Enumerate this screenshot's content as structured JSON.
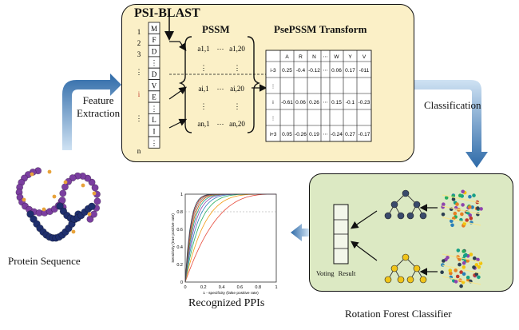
{
  "labels": {
    "psi_blast": "PSI-BLAST",
    "pssm": "PSSM",
    "psepssm_prefix": "PsePSSM",
    "psepssm_bold": "Transform",
    "feature_line1": "Feature",
    "feature_line2": "Extraction",
    "classification": "Classification",
    "protein_sequence": "Protein Sequence",
    "recognized_ppis": "Recognized PPIs",
    "rotation_forest": "Rotation Forest Classifier",
    "voting_result": "Voting Result"
  },
  "sequence": {
    "positions": [
      "1",
      "2",
      "3",
      "⋮",
      "i",
      "⋮",
      "n"
    ],
    "residues": [
      "M",
      "F",
      "D",
      "⋮",
      "D",
      "V",
      "E",
      "⋮",
      "L",
      "I",
      "⋮"
    ]
  },
  "pssm_matrix": {
    "rows": [
      [
        "a1,1",
        "⋯",
        "a1,20"
      ],
      [
        "⋮",
        "",
        "⋮"
      ],
      [
        "ai,1",
        "⋯",
        "ai,20"
      ],
      [
        "⋮",
        "",
        "⋮"
      ],
      [
        "an,1",
        "⋯",
        "an,20"
      ]
    ]
  },
  "psepssm_table": {
    "header": [
      "",
      "A",
      "R",
      "N",
      "⋯",
      "W",
      "Y",
      "V"
    ],
    "rows": [
      [
        "i-3",
        "0.25",
        "-0.4",
        "-0.12",
        "⋯",
        "0.06",
        "0.17",
        "-011"
      ],
      [
        "⋮",
        "",
        "",
        "",
        "",
        "",
        "",
        ""
      ],
      [
        "i",
        "-0.61",
        "0.06",
        "0.26",
        "⋯",
        "0.15",
        "-0.1",
        "-0.23"
      ],
      [
        "⋮",
        "",
        "",
        "",
        "",
        "",
        "",
        ""
      ],
      [
        "i+3",
        "0.05",
        "-0.26",
        "0.19",
        "⋯",
        "-0.24",
        "0.27",
        "-0.17"
      ]
    ]
  },
  "roc_chart": {
    "xlabel": "1 - specificity (false positive rate)",
    "ylabel": "Sensitivity (true positive rate)",
    "xticks": [
      "0",
      "0.2",
      "0.4",
      "0.6",
      "0.8",
      "1"
    ],
    "yticks": [
      "0",
      "0.2",
      "0.4",
      "0.6",
      "0.8",
      "1"
    ]
  },
  "colors": {
    "yellow_panel": "#fbf0c7",
    "green_panel": "#dce9c3",
    "arrow_blue": "#2e6aa8",
    "protein_purple": "#7b3fa0",
    "protein_navy": "#1f2f6e",
    "protein_orange": "#e8a33a"
  }
}
